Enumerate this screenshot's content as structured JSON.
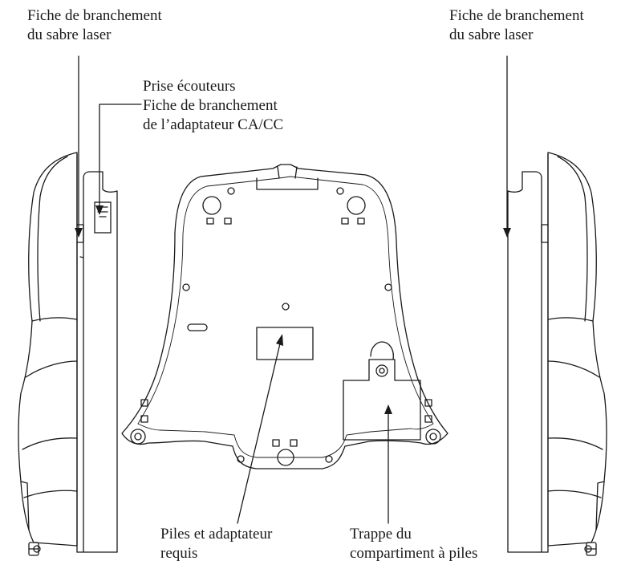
{
  "labels": {
    "top_left": [
      "Fiche de branchement",
      "du sabre laser"
    ],
    "top_right": [
      "Fiche de branchement",
      "du sabre laser"
    ],
    "top_center": [
      "Prise écouteurs",
      "Fiche de branchement",
      "de l’adaptateur CA/CC"
    ],
    "bottom_left": [
      "Piles et adaptateur",
      "requis"
    ],
    "bottom_right": [
      "Trappe du",
      "compartiment à piles"
    ]
  },
  "colors": {
    "ink": "#1a1a1a",
    "background": "#ffffff"
  }
}
